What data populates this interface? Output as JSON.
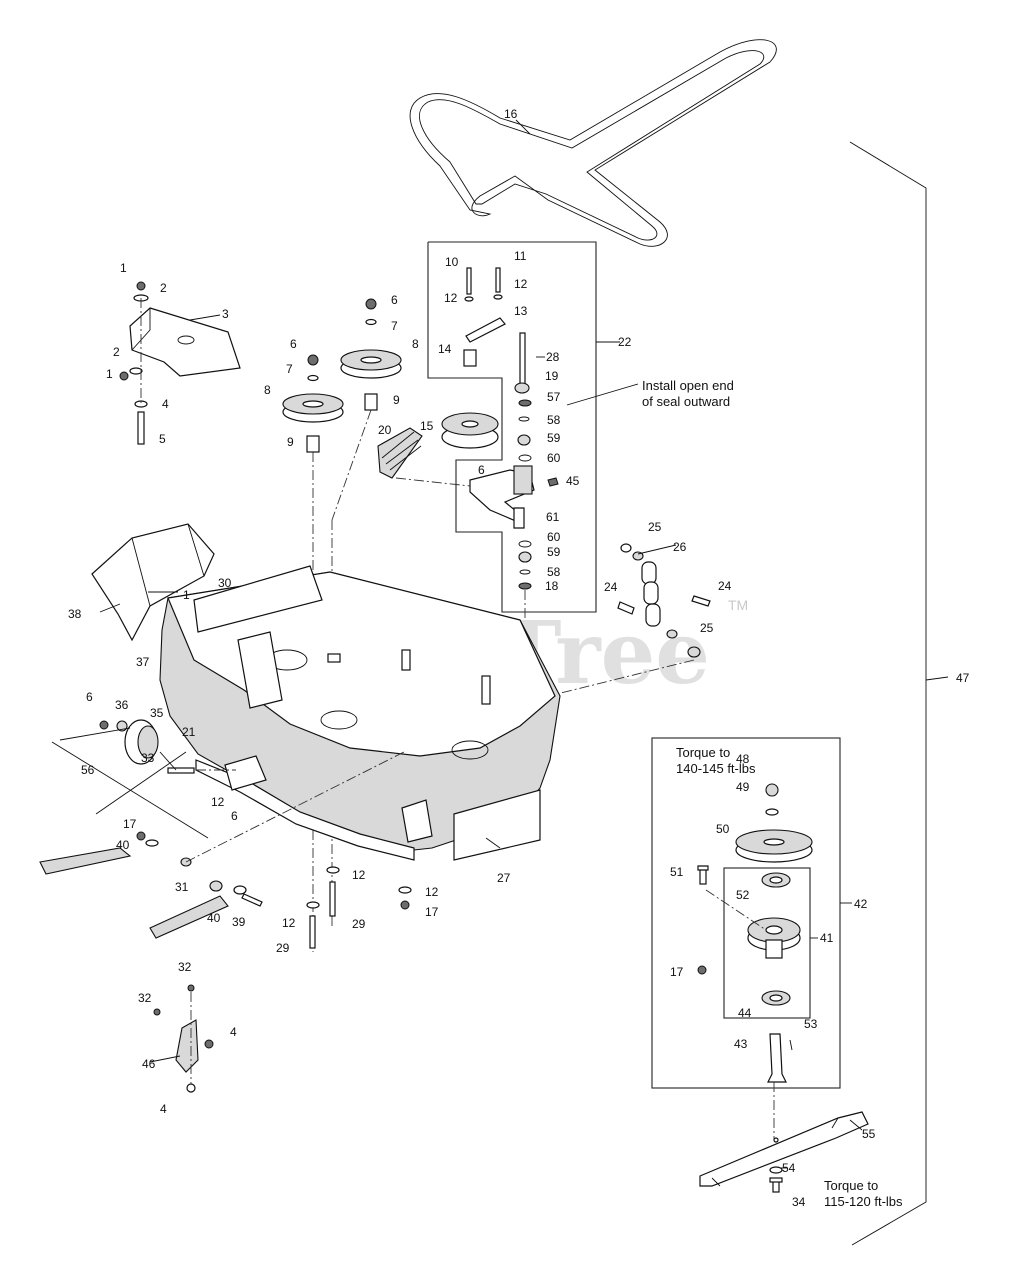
{
  "watermark": {
    "text": "PartsTree",
    "trademark": "TM"
  },
  "notes": {
    "seal_line1": "Install open end",
    "seal_line2": "of seal outward",
    "torque_spindle_line1": "Torque to",
    "torque_spindle_line2": "140-145 ft-lbs",
    "torque_blade_line1": "Torque to",
    "torque_blade_line2": "115-120 ft-lbs"
  },
  "callouts": {
    "c1a": "1",
    "c2a": "2",
    "c3": "3",
    "c2b": "2",
    "c1b": "1",
    "c4a": "4",
    "c5": "5",
    "c6a": "6",
    "c7a": "7",
    "c8a": "8",
    "c9a": "9",
    "c6b": "6",
    "c7b": "7",
    "c8b": "8",
    "c9b": "9",
    "c10": "10",
    "c11": "11",
    "c12a": "12",
    "c12b": "12",
    "c13": "13",
    "c14": "14",
    "c15": "15",
    "c16": "16",
    "c18": "18",
    "c19": "19",
    "c20": "20",
    "c22": "22",
    "c28": "28",
    "c57a": "57",
    "c58a": "58",
    "c59a": "59",
    "c60a": "60",
    "c6c": "6",
    "c45": "45",
    "c61": "61",
    "c60b": "60",
    "c59b": "59",
    "c58b": "58",
    "c25a": "25",
    "c26": "26",
    "c24a": "24",
    "c24b": "24",
    "c25b": "25",
    "c1c": "1",
    "c30": "30",
    "c38": "38",
    "c37": "37",
    "c6d": "6",
    "c36": "36",
    "c35": "35",
    "c21": "21",
    "c33": "33",
    "c56": "56",
    "c12c": "12",
    "c6e": "6",
    "c17a": "17",
    "c40a": "40",
    "c31": "31",
    "c40b": "40",
    "c39": "39",
    "c27": "27",
    "c12d": "12",
    "c12e": "12",
    "c17b": "17",
    "c12f": "12",
    "c29a": "29",
    "c29b": "29",
    "c32a": "32",
    "c32b": "32",
    "c4b": "4",
    "c46": "46",
    "c4c": "4",
    "c47": "47",
    "c42": "42",
    "c48": "48",
    "c49": "49",
    "c50": "50",
    "c51": "51",
    "c52": "52",
    "c41": "41",
    "c17c": "17",
    "c44": "44",
    "c53": "53",
    "c43": "43",
    "c55": "55",
    "c54": "54",
    "c34": "34"
  }
}
